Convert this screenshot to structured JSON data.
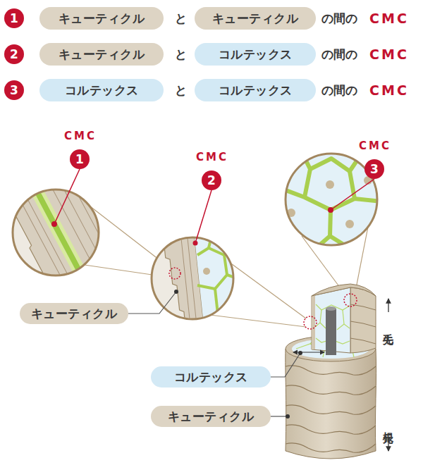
{
  "diagram": {
    "nodes": [
      {
        "text": [
          "1"
        ]
      },
      {
        "text": [
          "キューティクル"
        ]
      },
      {
        "text": [
          "キューティクル"
        ]
      },
      {
        "text": [
          "2"
        ]
      },
      {
        "text": [
          "キューティクル"
        ]
      },
      {
        "text": [
          "コルテックス"
        ]
      },
      {
        "text": [
          "3"
        ]
      },
      {
        "text": [
          "コルテックス"
        ]
      },
      {
        "text": [
          "コルテックス"
        ]
      },
      {
        "text": [
          "1"
        ]
      },
      {
        "text": [
          "2"
        ]
      },
      {
        "text": [
          "3"
        ]
      },
      {
        "text": [
          "キューティクル"
        ]
      },
      {
        "text": [
          "コルテックス"
        ]
      },
      {
        "text": [
          "キューティクル"
        ]
      }
    ],
    "labels": [
      "と",
      "の間の",
      "CMC",
      "と",
      "の間の",
      "CMC",
      "と",
      "の間の",
      "CMC",
      "CMC",
      "CMC",
      "CMC",
      "毛先",
      "根元"
    ]
  }
}
